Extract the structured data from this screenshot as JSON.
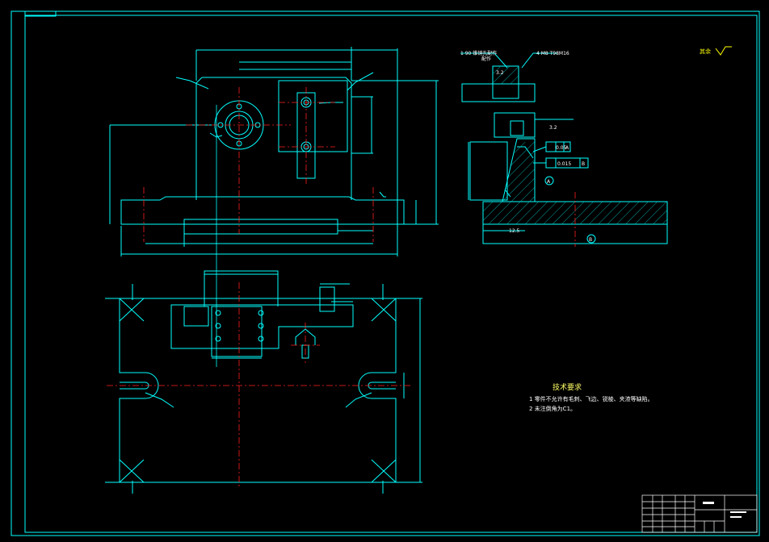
{
  "drawing": {
    "colors": {
      "background": "#000000",
      "outline": "#00ffff",
      "center_line": "#ff2020",
      "text": "#ffffff",
      "accent": "#ffff00",
      "hatch": "#00cccc"
    },
    "tech_requirements": {
      "title": "技术要求",
      "items": [
        "1 零件不允许有毛刺、飞边、锐棱、夹渣等缺陷。",
        "2 未注倒角为C1。"
      ]
    },
    "annotations": {
      "section_label_1": "1 90 锥销孔配作",
      "section_label_2": "配作",
      "section_label_3": "4 M8 T98M16",
      "section_mark_a": "A",
      "section_mark_b": "B",
      "datum_a": "A",
      "datum_b": "B",
      "tol_perp": "0.05",
      "tol_para": "0.015",
      "rough_1": "3.2",
      "rough_2": "12.5",
      "rough_3": "3.2",
      "surface_symbol_note": "其余"
    }
  }
}
